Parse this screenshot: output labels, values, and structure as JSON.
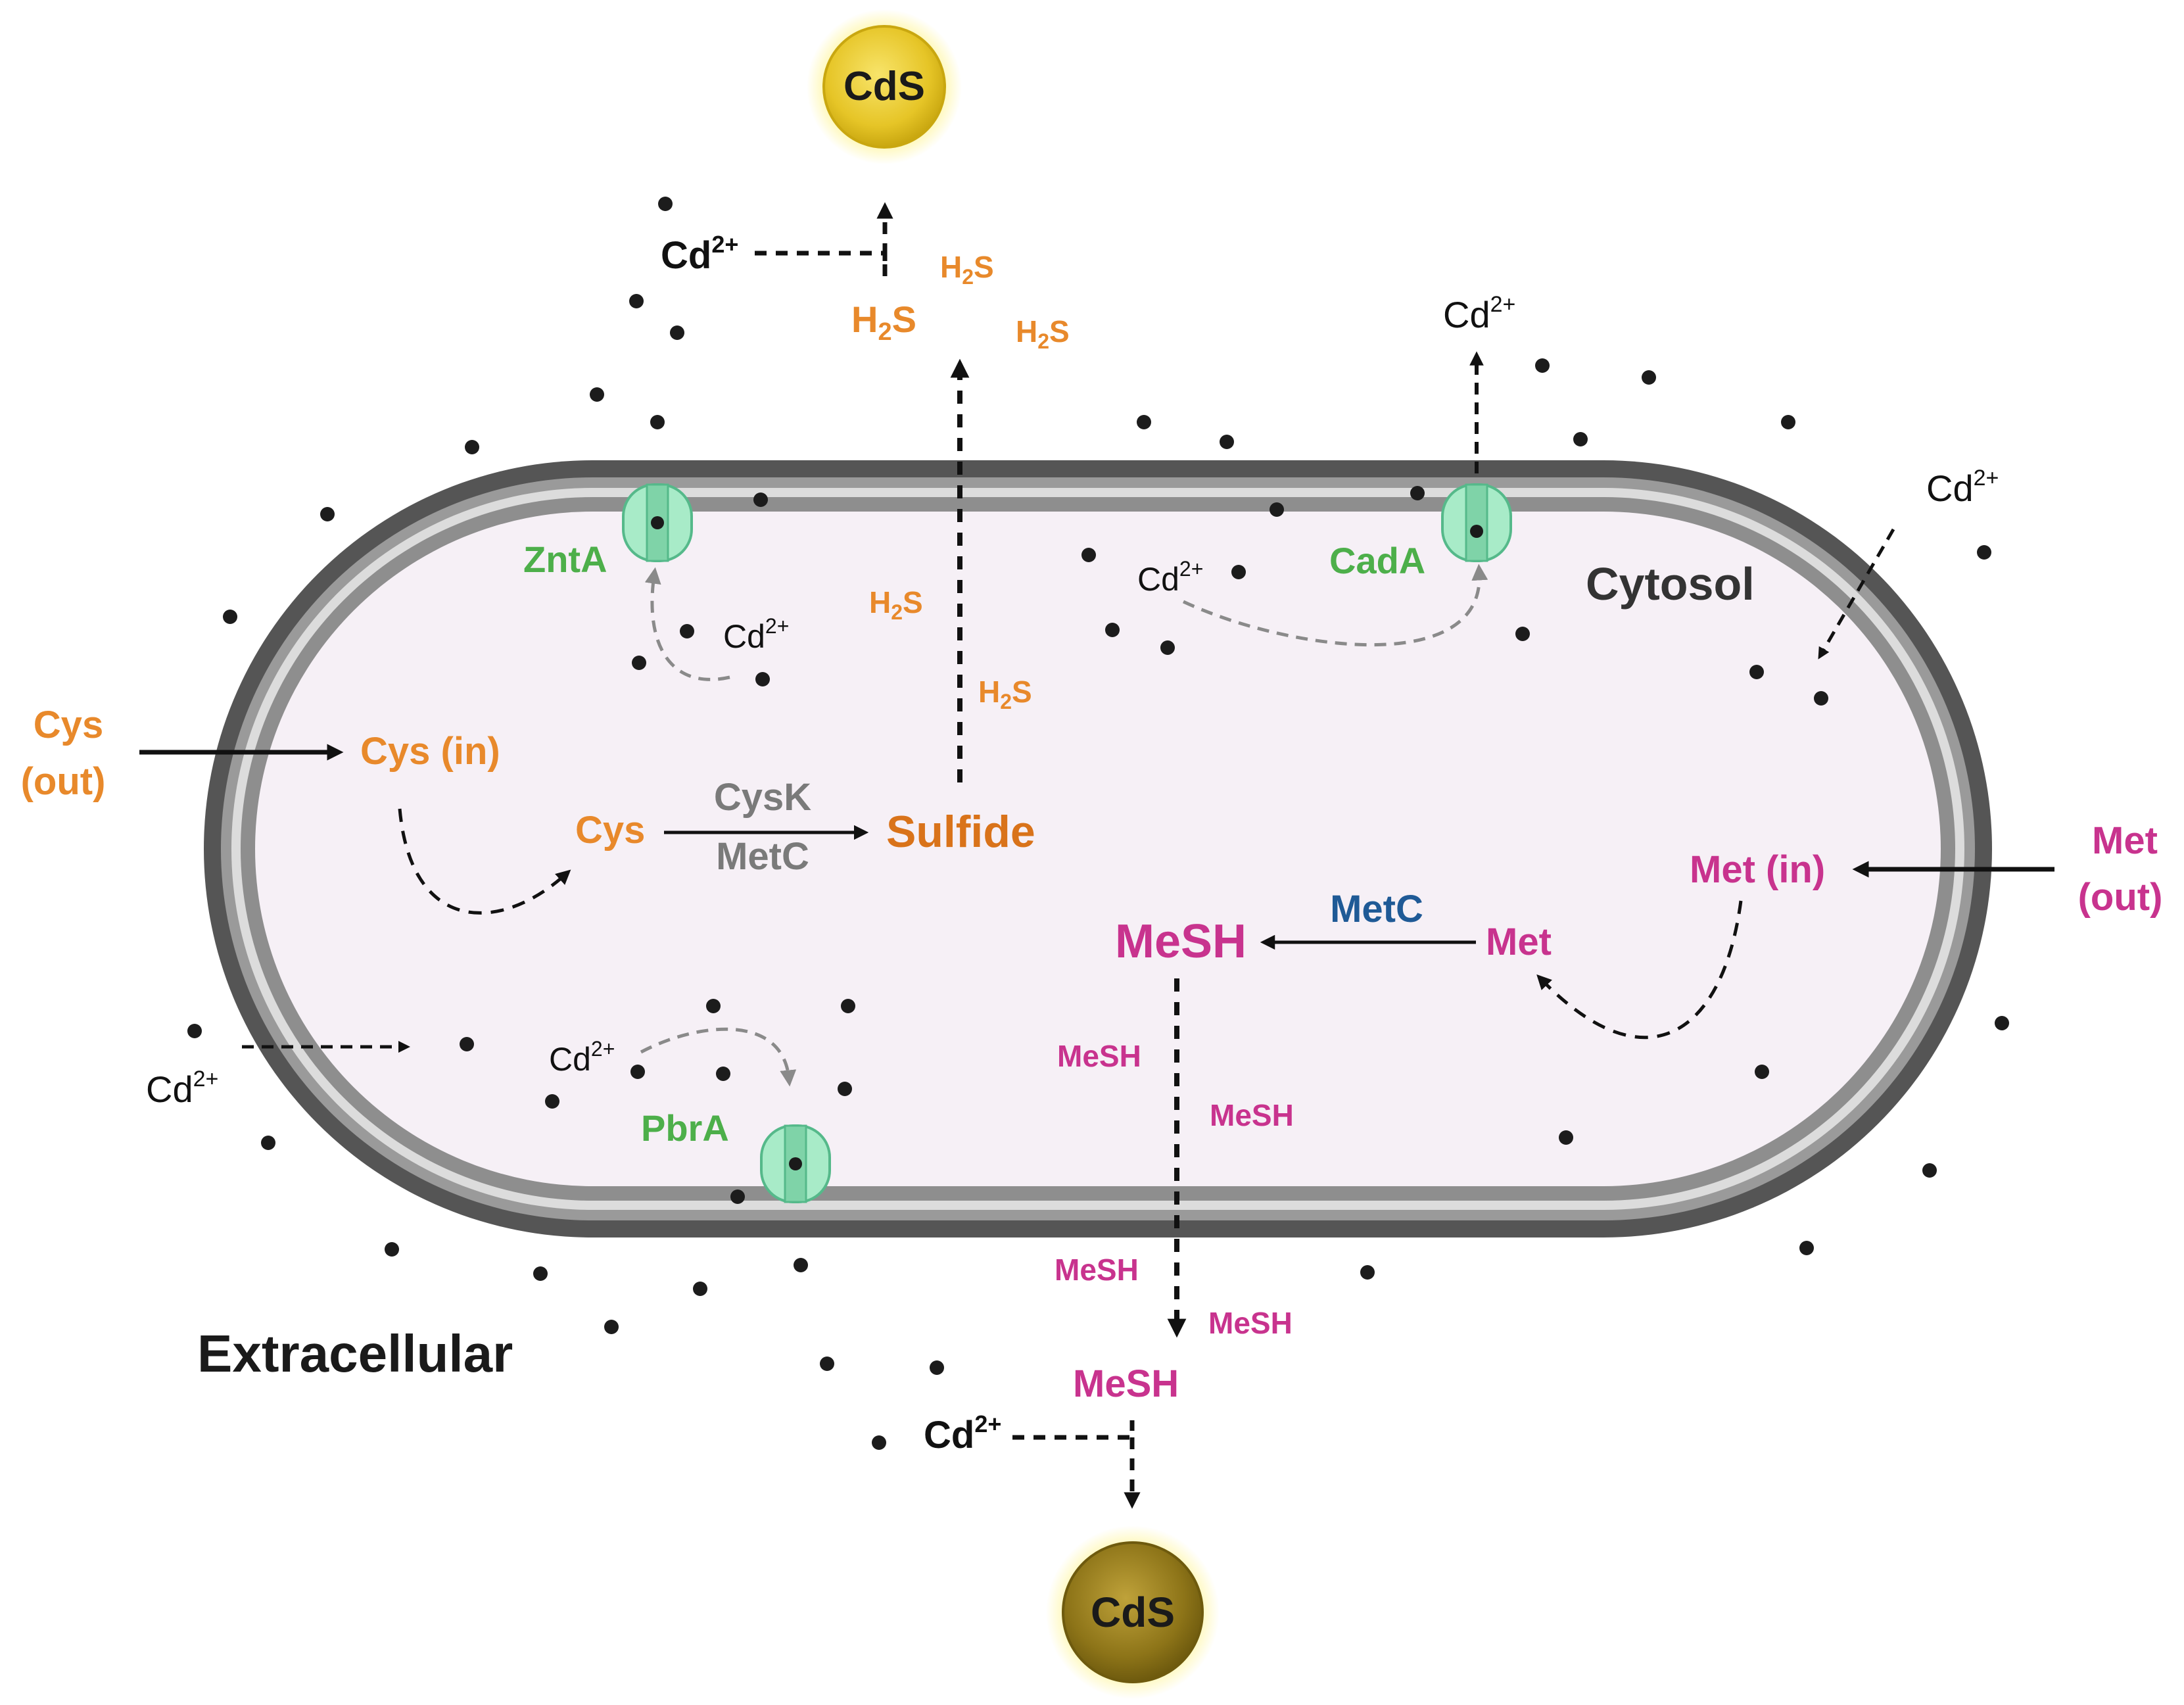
{
  "regions": {
    "extracellular": "Extracellular",
    "cytosol": "Cytosol"
  },
  "transporters": {
    "znta": "ZntA",
    "cada": "CadA",
    "pbra": "PbrA"
  },
  "cysteine_pathway": {
    "cys_out_line1": "Cys",
    "cys_out_line2": "(out)",
    "cys_in": "Cys (in)",
    "cys": "Cys",
    "enzyme_top": "CysK",
    "enzyme_bottom": "MetC",
    "product": "Sulfide",
    "h2s_base": "H",
    "h2s_sub": "2",
    "h2s_tail": "S"
  },
  "methionine_pathway": {
    "met_out_line1": "Met",
    "met_out_line2": "(out)",
    "met_in": "Met (in)",
    "met": "Met",
    "enzyme": "MetC",
    "product": "MeSH",
    "mesh": "MeSH"
  },
  "cadmium": {
    "base": "Cd",
    "charge": "2+"
  },
  "nanoparticles": {
    "top": "CdS",
    "bottom": "CdS"
  },
  "colors": {
    "orange": "#E8892B",
    "dark_orange": "#D9731A",
    "magenta": "#C8338E",
    "green": "#4DAF4A",
    "blue": "#1F5A96",
    "gray_text": "#7A7A7A",
    "cytosol_fill": "#F6F0F6",
    "membrane_dark": "#5A5A5A",
    "membrane_mid": "#9C9C9C",
    "membrane_light": "#D6D6D6",
    "channel_fill": "#A8EBC8"
  }
}
